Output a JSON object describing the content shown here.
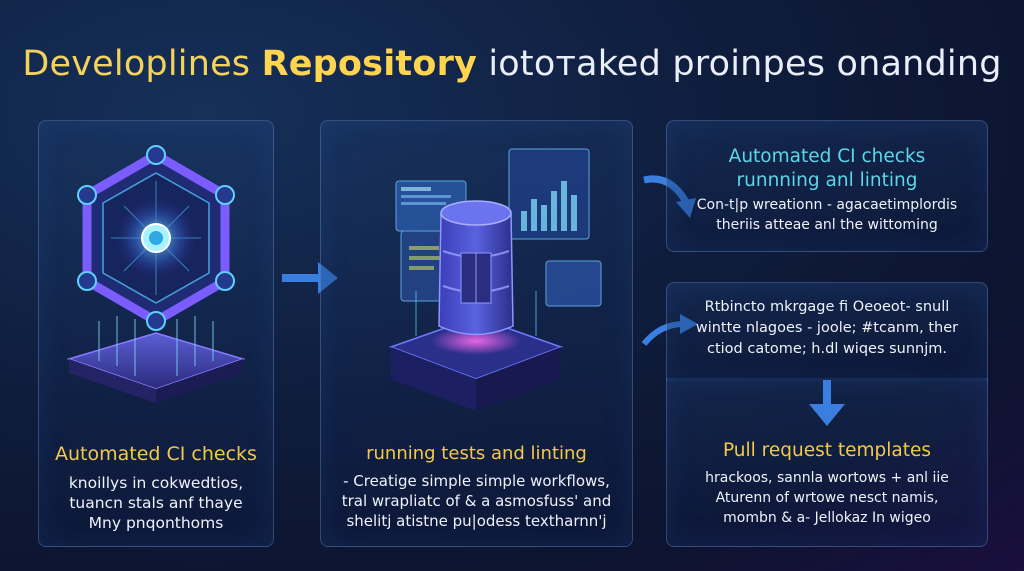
{
  "header": {
    "title_part1": "Developlines ",
    "title_part2": "Repository",
    "title_part3": " iotoтaked proinpes onanding"
  },
  "left_panel": {
    "heading": "Automated CI checks",
    "lines": [
      "knoillys in cokwedtios,",
      "tuancn stals anf thaye",
      "Mny pnqonthoms"
    ]
  },
  "center_panel": {
    "heading": "running tests and linting",
    "lines": [
      "- Creatige simple simple workflows,",
      "tral wrapliatc of & a asmosfuss' and",
      "shelitj atistne pu|odess textharnn'j"
    ]
  },
  "top_right_panel": {
    "heading_lines": [
      "Automated CI checks",
      "runnning anl linting"
    ],
    "lines": [
      "Con-t|p wreationn - agacaetimplordis",
      "theriis atteae anl the wittoming"
    ]
  },
  "mid_right_panel": {
    "lines": [
      "Rtbincto mkrgage fi Oeoeot- snull",
      "wintte nlagoes - joole; #tcanm, ther",
      "ctiod catome; h.dl wiqes sunnjm."
    ]
  },
  "bottom_right_panel": {
    "heading": "Pull request templates",
    "lines": [
      "hrackoos, sannla wortows + anl iie",
      "Aturenn of wrtowe nesct namis,",
      "mombn & a- Jellokaz In wigeo"
    ]
  },
  "colors": {
    "accent_yellow": "#f3c94a",
    "accent_cyan": "#5cd6e8",
    "arrow_blue": "#3a7fe0",
    "background": "#0f1d3d"
  },
  "icons": [
    "hexagon-chip-icon",
    "server-icon",
    "arrow-right-icon",
    "arrow-down-icon"
  ]
}
